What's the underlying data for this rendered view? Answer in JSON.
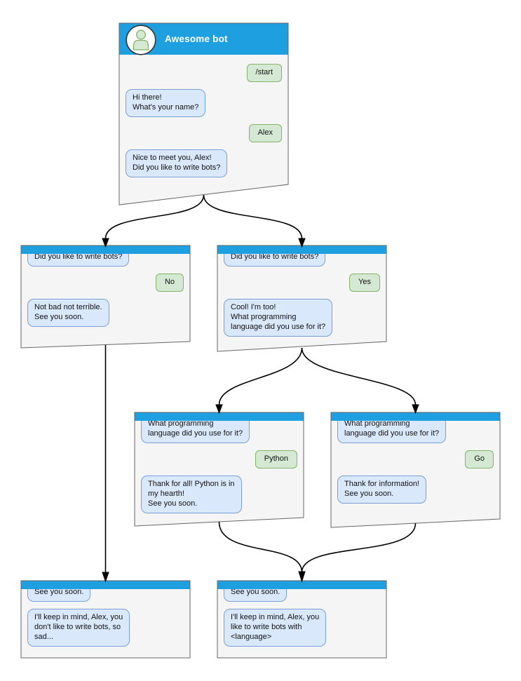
{
  "colors": {
    "titlebar_blue": "#1e9fe0",
    "window_bg": "#f5f5f5",
    "window_border": "#666666",
    "bot_bubble_bg": "#dae8fc",
    "bot_bubble_border": "#7a9fd6",
    "user_bubble_bg": "#d5e8d4",
    "user_bubble_border": "#82b366",
    "connector": "#000000"
  },
  "windows": {
    "root": {
      "title": "Awesome bot",
      "avatar_icon": "person-icon",
      "messages": [
        {
          "from": "user",
          "text": "/start"
        },
        {
          "from": "bot",
          "text": "Hi there!\nWhat's your name?"
        },
        {
          "from": "user",
          "text": "Alex"
        },
        {
          "from": "bot",
          "text": "Nice to meet you, Alex!\nDid you like to write bots?"
        }
      ]
    },
    "no_branch": {
      "messages": [
        {
          "from": "bot",
          "text": "Did you like to write bots?"
        },
        {
          "from": "user",
          "text": "No"
        },
        {
          "from": "bot",
          "text": "Not bad not terrible.\nSee you soon."
        }
      ]
    },
    "yes_branch": {
      "messages": [
        {
          "from": "bot",
          "text": "Did you like to write bots?"
        },
        {
          "from": "user",
          "text": "Yes"
        },
        {
          "from": "bot",
          "text": "Cool! I'm too!\nWhat programming\nlanguage did you use for it?"
        }
      ]
    },
    "python_branch": {
      "messages": [
        {
          "from": "bot",
          "text": "What programming\nlanguage did you use for it?"
        },
        {
          "from": "user",
          "text": "Python"
        },
        {
          "from": "bot",
          "text": "Thank for all! Python is in\nmy hearth!\nSee you soon."
        }
      ]
    },
    "go_branch": {
      "messages": [
        {
          "from": "bot",
          "text": "What programming\nlanguage did you use for it?"
        },
        {
          "from": "user",
          "text": "Go"
        },
        {
          "from": "bot",
          "text": "Thank for information!\nSee you soon."
        }
      ]
    },
    "end_no": {
      "messages": [
        {
          "from": "bot",
          "text": "See you soon."
        },
        {
          "from": "bot",
          "text": "I'll keep in mind, Alex, you\ndon't like to write bots, so\nsad..."
        }
      ]
    },
    "end_yes": {
      "messages": [
        {
          "from": "bot",
          "text": "See you soon."
        },
        {
          "from": "bot",
          "text": "I'll keep in mind, Alex, you\nlike to write bots with\n<language>"
        }
      ]
    }
  },
  "edges": [
    {
      "from": "root",
      "to": "no_branch"
    },
    {
      "from": "root",
      "to": "yes_branch"
    },
    {
      "from": "yes_branch",
      "to": "python_branch"
    },
    {
      "from": "yes_branch",
      "to": "go_branch"
    },
    {
      "from": "no_branch",
      "to": "end_no"
    },
    {
      "from": "python_branch",
      "to": "end_yes"
    },
    {
      "from": "go_branch",
      "to": "end_yes"
    }
  ]
}
